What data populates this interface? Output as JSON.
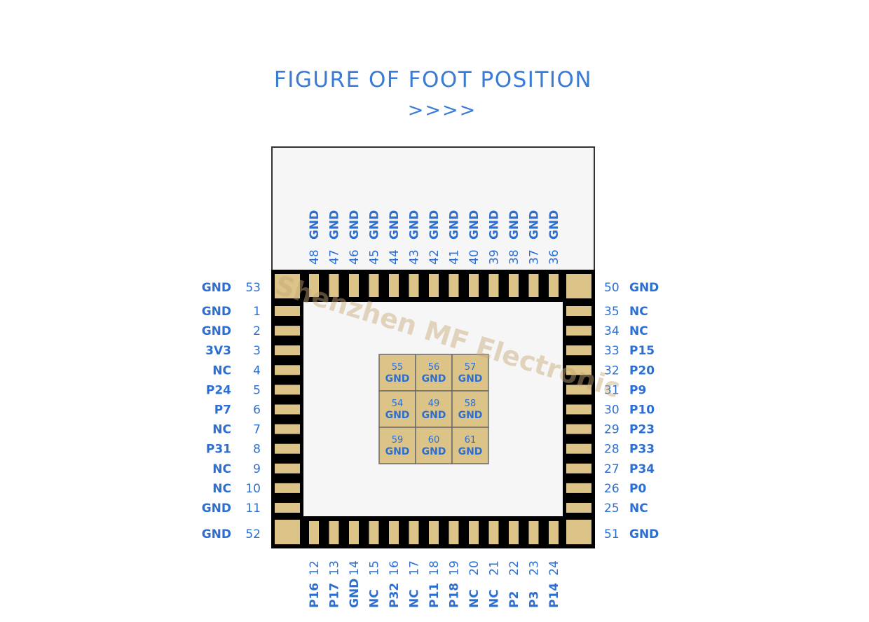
{
  "title": "FIGURE OF FOOT POSITION",
  "arrows": ">>>>",
  "watermark": "Shenzhen MF Electronic",
  "colors": {
    "label": "#2c6fd1",
    "pad": "#dcc387",
    "module_outline": "#000000"
  },
  "top_pins": [
    {
      "num": "48",
      "label": "GND"
    },
    {
      "num": "47",
      "label": "GND"
    },
    {
      "num": "46",
      "label": "GND"
    },
    {
      "num": "45",
      "label": "GND"
    },
    {
      "num": "44",
      "label": "GND"
    },
    {
      "num": "43",
      "label": "GND"
    },
    {
      "num": "42",
      "label": "GND"
    },
    {
      "num": "41",
      "label": "GND"
    },
    {
      "num": "40",
      "label": "GND"
    },
    {
      "num": "39",
      "label": "GND"
    },
    {
      "num": "38",
      "label": "GND"
    },
    {
      "num": "37",
      "label": "GND"
    },
    {
      "num": "36",
      "label": "GND"
    }
  ],
  "bottom_pins": [
    {
      "num": "12",
      "label": "P16"
    },
    {
      "num": "13",
      "label": "P17"
    },
    {
      "num": "14",
      "label": "GND"
    },
    {
      "num": "15",
      "label": "NC"
    },
    {
      "num": "16",
      "label": "P32"
    },
    {
      "num": "17",
      "label": "NC"
    },
    {
      "num": "18",
      "label": "P11"
    },
    {
      "num": "19",
      "label": "P18"
    },
    {
      "num": "20",
      "label": "NC"
    },
    {
      "num": "21",
      "label": "NC"
    },
    {
      "num": "22",
      "label": "P2"
    },
    {
      "num": "23",
      "label": "P3"
    },
    {
      "num": "24",
      "label": "P14"
    }
  ],
  "left_pins": [
    {
      "num": "1",
      "label": "GND"
    },
    {
      "num": "2",
      "label": "GND"
    },
    {
      "num": "3",
      "label": "3V3"
    },
    {
      "num": "4",
      "label": "NC"
    },
    {
      "num": "5",
      "label": "P24"
    },
    {
      "num": "6",
      "label": "P7"
    },
    {
      "num": "7",
      "label": "NC"
    },
    {
      "num": "8",
      "label": "P31"
    },
    {
      "num": "9",
      "label": "NC"
    },
    {
      "num": "10",
      "label": "NC"
    },
    {
      "num": "11",
      "label": "GND"
    }
  ],
  "right_pins": [
    {
      "num": "35",
      "label": "NC"
    },
    {
      "num": "34",
      "label": "NC"
    },
    {
      "num": "33",
      "label": "P15"
    },
    {
      "num": "32",
      "label": "P20"
    },
    {
      "num": "31",
      "label": "P9"
    },
    {
      "num": "30",
      "label": "P10"
    },
    {
      "num": "29",
      "label": "P23"
    },
    {
      "num": "28",
      "label": "P33"
    },
    {
      "num": "27",
      "label": "P34"
    },
    {
      "num": "26",
      "label": "P0"
    },
    {
      "num": "25",
      "label": "NC"
    }
  ],
  "corner_pins": {
    "top_left": {
      "num": "53",
      "label": "GND"
    },
    "top_right": {
      "num": "50",
      "label": "GND"
    },
    "bottom_left": {
      "num": "52",
      "label": "GND"
    },
    "bottom_right": {
      "num": "51",
      "label": "GND"
    }
  },
  "center_pads": [
    {
      "num": "55",
      "label": "GND"
    },
    {
      "num": "56",
      "label": "GND"
    },
    {
      "num": "57",
      "label": "GND"
    },
    {
      "num": "54",
      "label": "GND"
    },
    {
      "num": "49",
      "label": "GND"
    },
    {
      "num": "58",
      "label": "GND"
    },
    {
      "num": "59",
      "label": "GND"
    },
    {
      "num": "60",
      "label": "GND"
    },
    {
      "num": "61",
      "label": "GND"
    }
  ]
}
